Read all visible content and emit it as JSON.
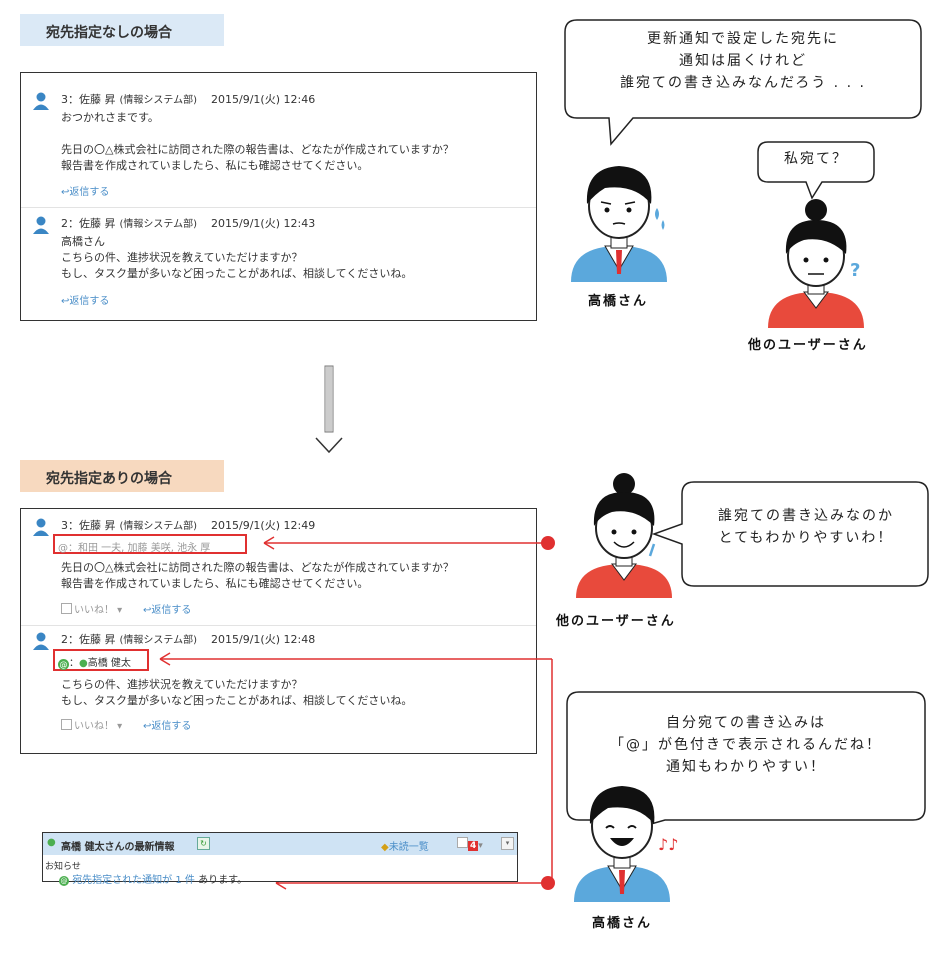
{
  "section1": {
    "label": "宛先指定なしの場合"
  },
  "section2": {
    "label": "宛先指定ありの場合"
  },
  "panel1": {
    "posts": [
      {
        "num": "3",
        "author": "佐藤 昇",
        "dept": "(情報システム部)",
        "date": "2015/9/1(火) 12:46",
        "lines": [
          "おつかれさまです。",
          "",
          "先日の〇△株式会社に訪問された際の報告書は、どなたが作成されていますか？",
          "報告書を作成されていましたら、私にも確認させてください。"
        ],
        "reply": "返信する"
      },
      {
        "num": "2",
        "author": "佐藤 昇",
        "dept": "(情報システム部)",
        "date": "2015/9/1(火) 12:43",
        "lines": [
          "高橋さん",
          "こちらの件、進捗状況を教えていただけますか？",
          "もし、タスク量が多いなど困ったことがあれば、相談してくださいね。"
        ],
        "reply": "返信する"
      }
    ]
  },
  "panel2": {
    "posts": [
      {
        "num": "3",
        "author": "佐藤 昇",
        "dept": "(情報システム部)",
        "date": "2015/9/1(火) 12:49",
        "mention": "@：和田 一夫, 加藤 美咲, 池永 厚",
        "lines": [
          "先日の〇△株式会社に訪問された際の報告書は、どなたが作成されていますか？",
          "報告書を作成されていましたら、私にも確認させてください。"
        ],
        "like": "いいね！",
        "reply": "返信する"
      },
      {
        "num": "2",
        "author": "佐藤 昇",
        "dept": "(情報システム部)",
        "date": "2015/9/1(火) 12:48",
        "mention_prefix": "：",
        "mention_name": "高橋 健太",
        "lines": [
          "こちらの件、進捗状況を教えていただけますか？",
          "もし、タスク量が多いなど困ったことがあれば、相談してくださいね。"
        ],
        "like": "いいね！",
        "reply": "返信する"
      }
    ]
  },
  "widget": {
    "title": "高橋 健太さんの最新情報",
    "unread": "未読一覧",
    "badge": "4",
    "notice_heading": "お知らせ",
    "notice_link": "宛先指定された通知が",
    "notice_count": "1 件",
    "notice_tail": "あります。"
  },
  "bubbles": {
    "top": [
      "更新通知で設定した宛先に",
      "通知は届くけれど",
      "誰宛ての書き込みなんだろう . . ."
    ],
    "mini": "私宛て？",
    "right1": [
      "誰宛ての書き込みなのか",
      "とてもわかりやすいわ！"
    ],
    "right2": [
      "自分宛ての書き込みは",
      "「@」が色付きで表示されるんだね！",
      "通知もわかりやすい！"
    ]
  },
  "characters": {
    "takahashi": "高橋さん",
    "other": "他のユーザーさん"
  },
  "colors": {
    "accent_red": "#e03030",
    "section1_bg": "#dbe9f6",
    "section2_bg": "#f7d9bf",
    "link": "#4a8ec8"
  }
}
